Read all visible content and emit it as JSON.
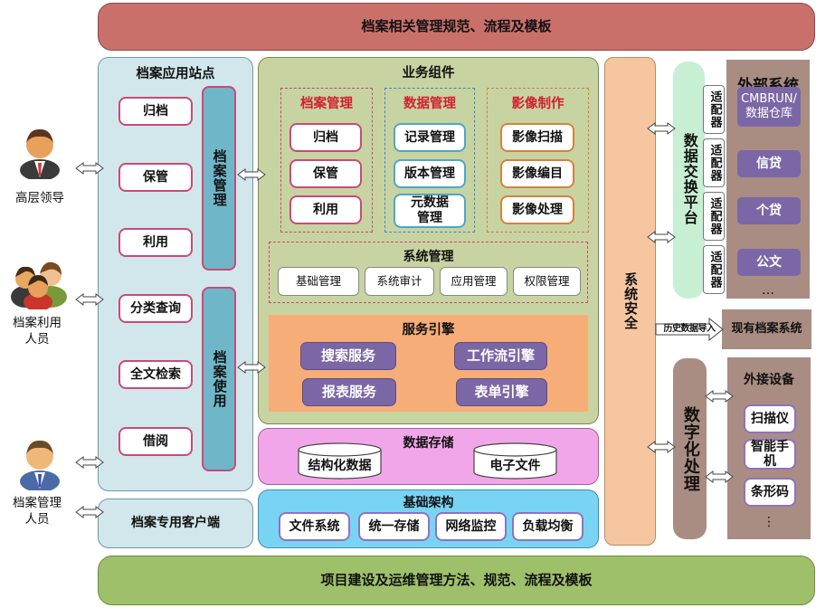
{
  "top_banner": "档案相关管理规范、流程及模板",
  "bottom_banner": "项目建设及运维管理方法、规范、流程及模板",
  "users": {
    "leader": "高层领导",
    "user": "档案利用人员",
    "manager": "档案管理人员"
  },
  "station": {
    "title": "档案应用站点",
    "mgmt_items": [
      "归档",
      "保管",
      "利用"
    ],
    "use_items": [
      "分类查询",
      "全文检索",
      "借阅"
    ],
    "mgmt_label": "档案管理",
    "use_label": "档案使用"
  },
  "client": "档案专用客户端",
  "biz": {
    "title": "业务组件",
    "groups": [
      {
        "title": "档案管理",
        "items": [
          "归档",
          "保管",
          "利用"
        ]
      },
      {
        "title": "数据管理",
        "items": [
          "记录管理",
          "版本管理",
          "元数据管理"
        ]
      },
      {
        "title": "影像制作",
        "items": [
          "影像扫描",
          "影像编目",
          "影像处理"
        ]
      }
    ],
    "sys_title": "系统管理",
    "sys_items": [
      "基础管理",
      "系统审计",
      "应用管理",
      "权限管理"
    ]
  },
  "engine": {
    "title": "服务引擎",
    "items": [
      "搜索服务",
      "工作流引擎",
      "报表服务",
      "表单引擎"
    ]
  },
  "storage": {
    "title": "数据存储",
    "items": [
      "结构化数据",
      "电子文件"
    ]
  },
  "infra": {
    "title": "基础架构",
    "items": [
      "文件系统",
      "统一存储",
      "网络监控",
      "负载均衡"
    ]
  },
  "security": "系统安全",
  "exchange": "数据交换平台",
  "adapter": "适配器",
  "external": {
    "title": "外部系统",
    "items": [
      "CMBRUN/数据仓库",
      "信贷",
      "个贷",
      "公文"
    ],
    "more": "…"
  },
  "history": {
    "arrow": "历史数据导入",
    "label": "现有档案系统"
  },
  "digitize": "数字化处理",
  "devices": {
    "title": "外接设备",
    "items": [
      "扫描仪",
      "智能手机",
      "条形码"
    ],
    "more": "⋮"
  },
  "colors": {
    "top": "#c9706b",
    "bottom": "#9fc06a",
    "station": "#d2e7ec",
    "biz": "#c8d3a2",
    "storage": "#f1a6ea",
    "infra": "#79d4f4",
    "security": "#f6c6a0",
    "engine": "#f7ad78",
    "exchange": "#c7efd3",
    "brown": "#a98d82",
    "bar": "#6fb6c8"
  }
}
